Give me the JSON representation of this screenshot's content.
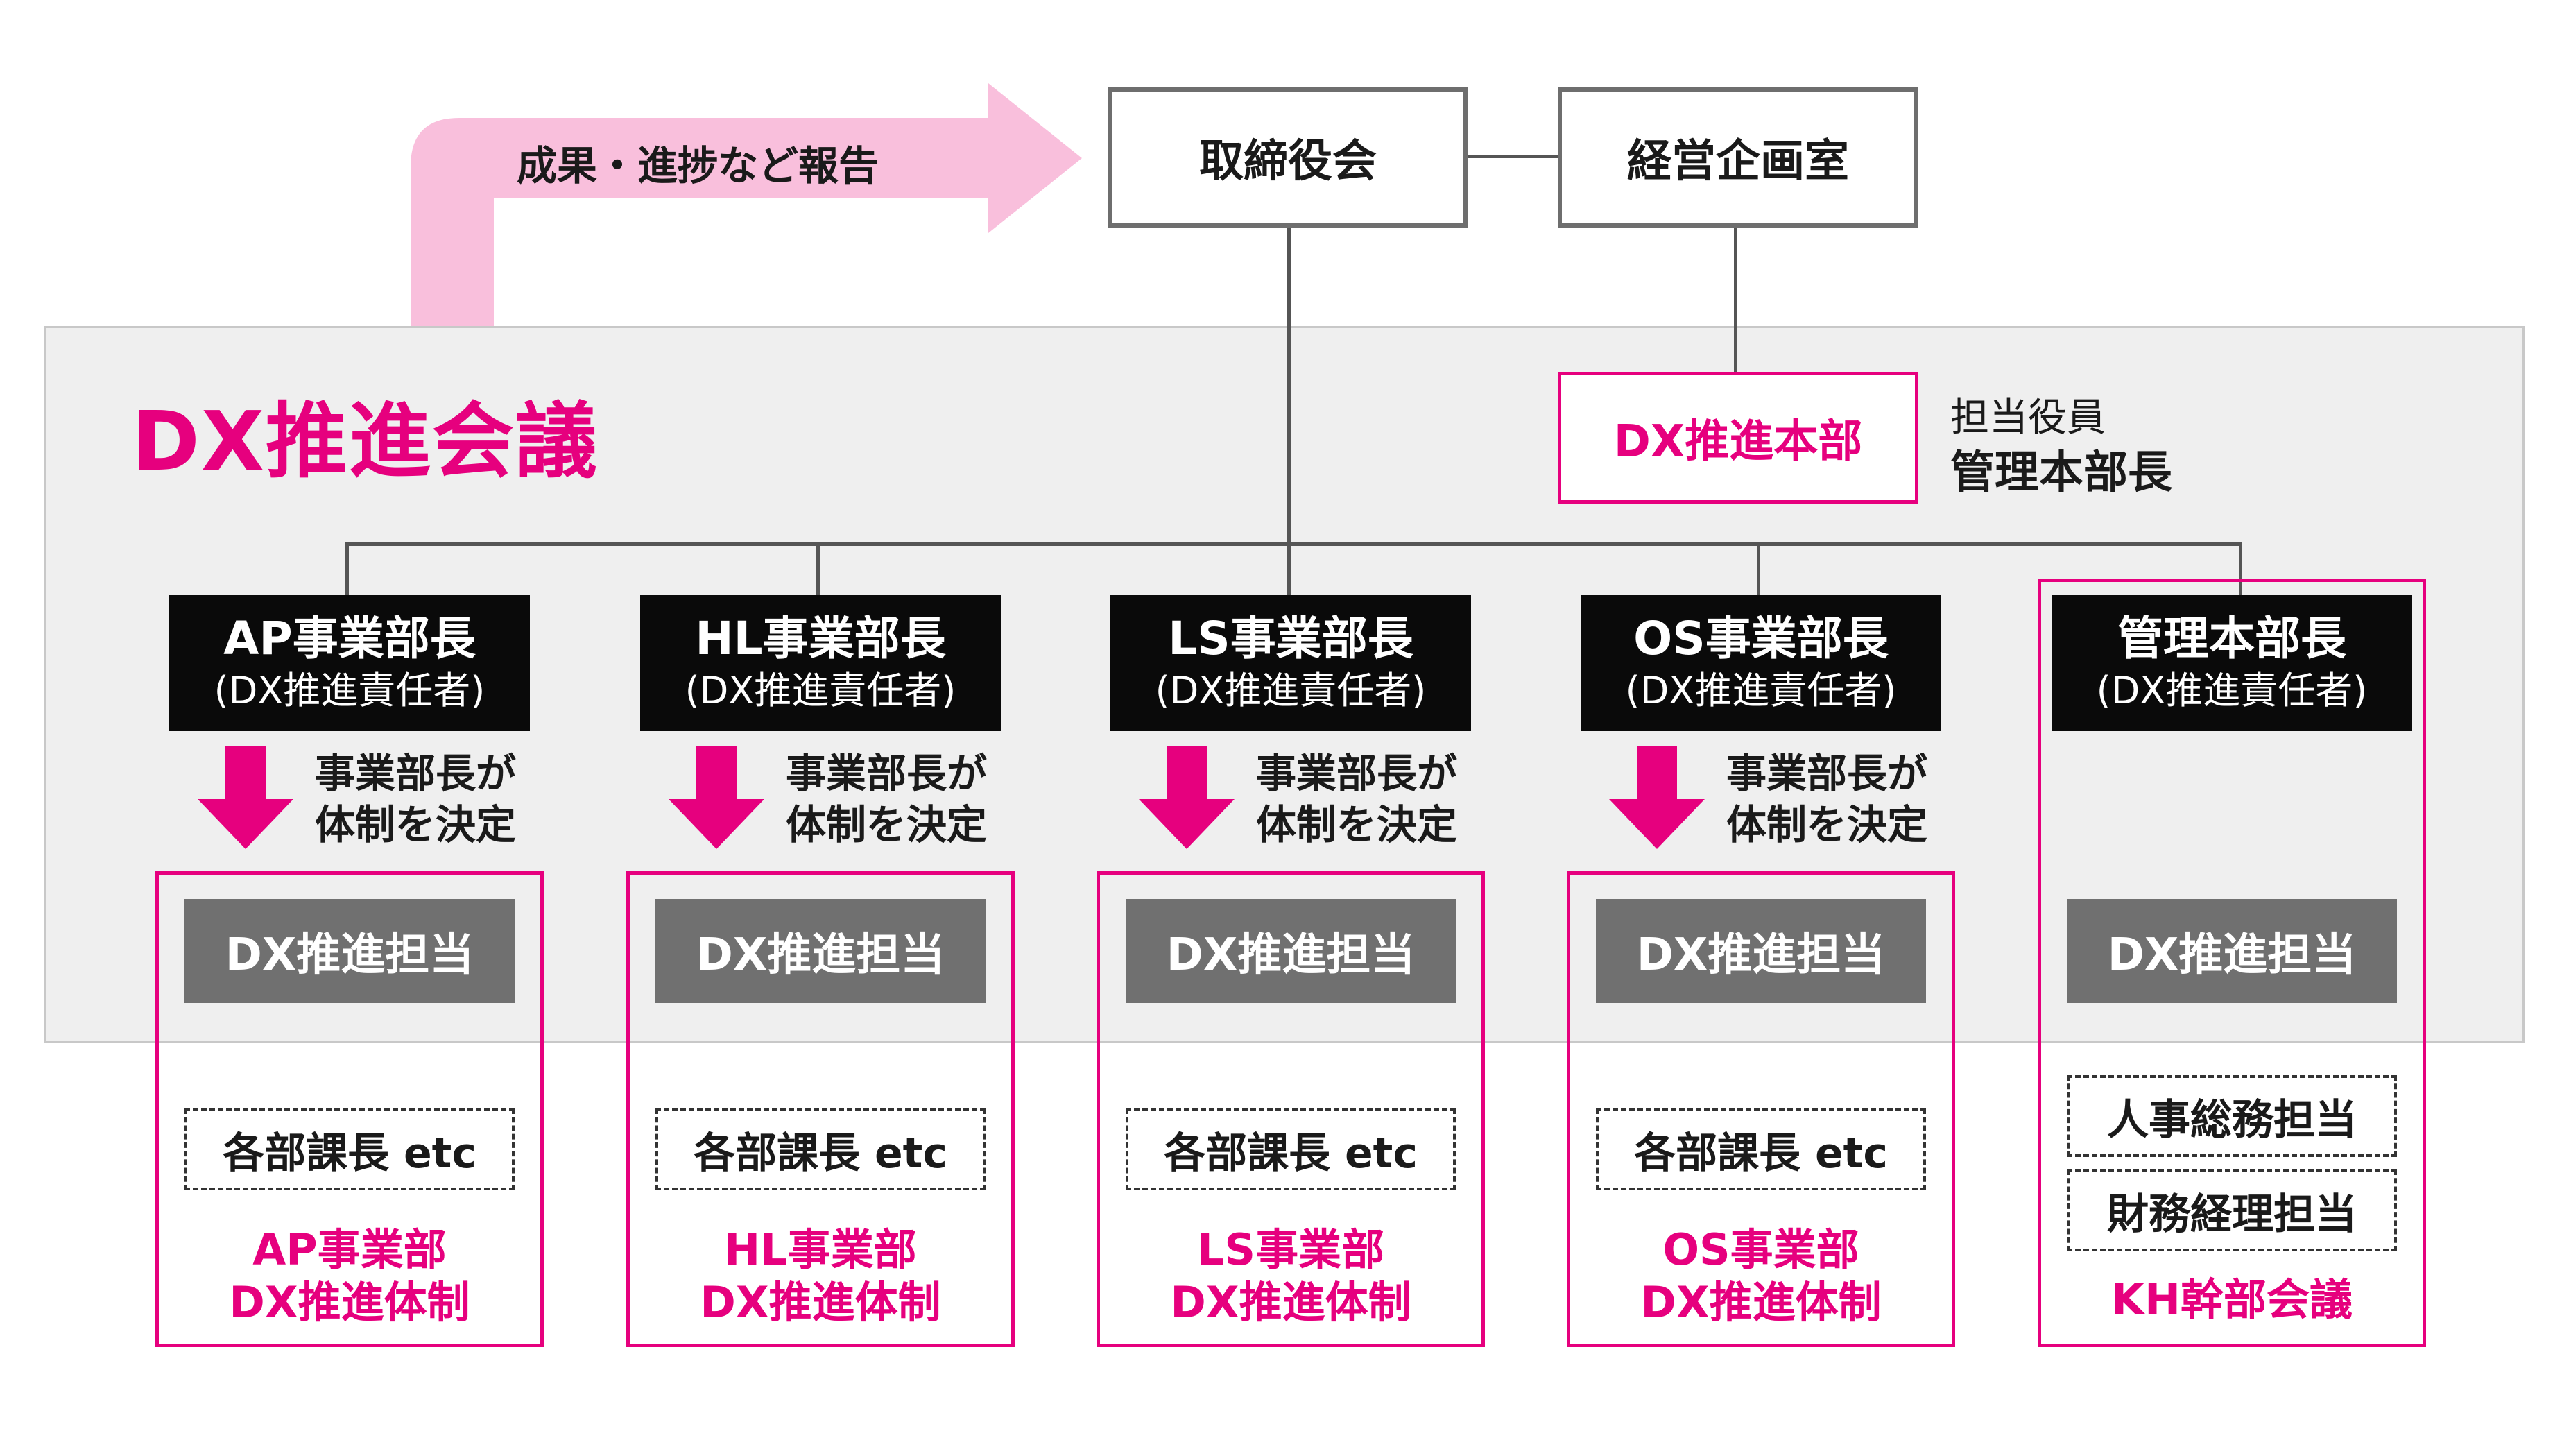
{
  "report_arrow": {
    "label": "成果・進捗など報告",
    "color": "#f9bfdc"
  },
  "top": {
    "board": "取締役会",
    "planning": "経営企画室"
  },
  "council": {
    "title": "DX推進会議",
    "hq": "DX推進本部",
    "officer_title": "担当役員",
    "officer_name": "管理本部長"
  },
  "divisions": [
    {
      "head": "AP事業部長",
      "role": "(DX推進責任者)",
      "decision": [
        "事業部長が",
        "体制を決定"
      ],
      "staff": "DX推進担当",
      "members": [
        "各部課長 etc"
      ],
      "unit": [
        "AP事業部",
        "DX推進体制"
      ]
    },
    {
      "head": "HL事業部長",
      "role": "(DX推進責任者)",
      "decision": [
        "事業部長が",
        "体制を決定"
      ],
      "staff": "DX推進担当",
      "members": [
        "各部課長 etc"
      ],
      "unit": [
        "HL事業部",
        "DX推進体制"
      ]
    },
    {
      "head": "LS事業部長",
      "role": "(DX推進責任者)",
      "decision": [
        "事業部長が",
        "体制を決定"
      ],
      "staff": "DX推進担当",
      "members": [
        "各部課長 etc"
      ],
      "unit": [
        "LS事業部",
        "DX推進体制"
      ]
    },
    {
      "head": "OS事業部長",
      "role": "(DX推進責任者)",
      "decision": [
        "事業部長が",
        "体制を決定"
      ],
      "staff": "DX推進担当",
      "members": [
        "各部課長 etc"
      ],
      "unit": [
        "OS事業部",
        "DX推進体制"
      ]
    },
    {
      "head": "管理本部長",
      "role": "(DX推進責任者)",
      "staff": "DX推進担当",
      "members": [
        "人事総務担当",
        "財務経理担当"
      ],
      "unit": [
        "KH幹部会議"
      ]
    }
  ],
  "colors": {
    "accent": "#e6007e",
    "head_bg": "#0a0a0a",
    "staff_bg": "#707070",
    "council_bg": "#efefef",
    "border": "#6e6e6e"
  }
}
